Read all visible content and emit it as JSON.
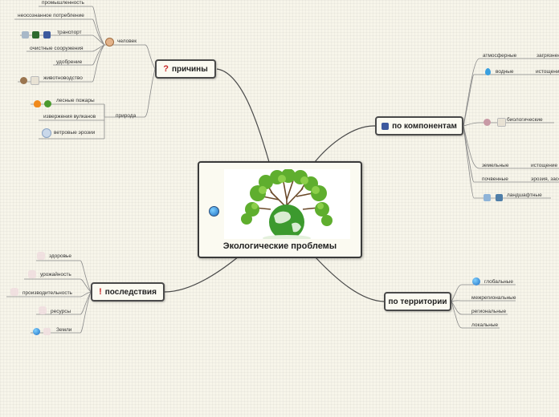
{
  "root": {
    "title": "Экологические проблемы"
  },
  "branches": {
    "causes": {
      "label": "причины",
      "human": {
        "label": "человек",
        "items": [
          "промышленность",
          "неосознанное потребление",
          "транспорт",
          "очистные сооружения",
          "удобрение",
          "животноводство"
        ]
      },
      "nature": {
        "label": "природа",
        "items": [
          "лесные пожары",
          "извержения вулканов",
          "ветровые эрозии"
        ]
      }
    },
    "components": {
      "label": "по компонентам",
      "items": [
        "атмосферные",
        "водные",
        "биологические",
        "земельные",
        "почвенные",
        "ландшафтные"
      ],
      "sub": [
        "загрязнен",
        "истощение",
        "истощение н",
        "эрозия, засо"
      ]
    },
    "territory": {
      "label": "по территории",
      "items": [
        "глобальные",
        "межрегиональные",
        "региональные",
        "локальные"
      ]
    },
    "consequences": {
      "label": "последствия",
      "items": [
        "здоровье",
        "урожайность",
        "производительность",
        "ресурсы",
        "Земли"
      ]
    }
  },
  "colors": {
    "line": "#4a4a4a",
    "box_bg": "#fbfaf1",
    "accent_red": "#c62828",
    "icon_blue": "#3d5a9e"
  }
}
